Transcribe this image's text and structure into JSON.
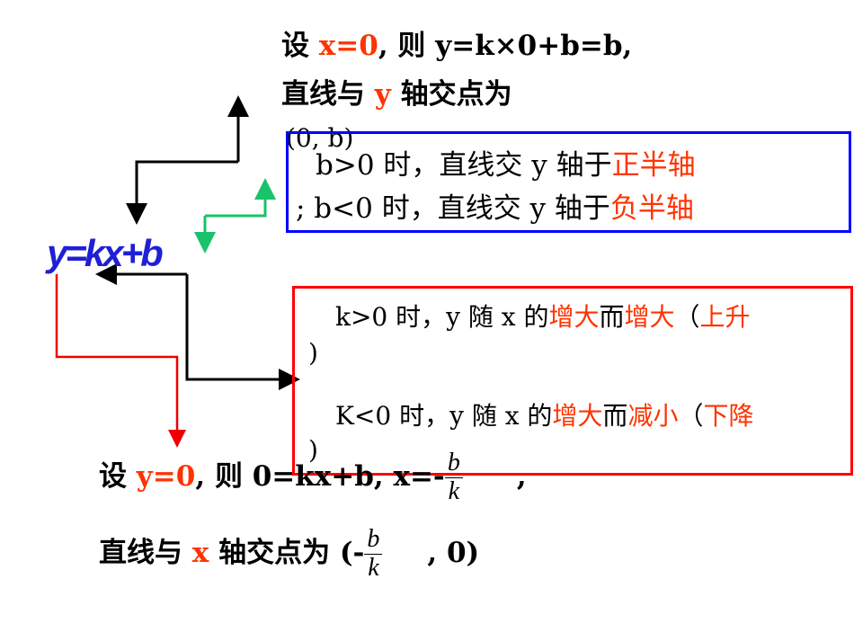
{
  "top_text": {
    "line1_prefix": "设 ",
    "line1_var": "x=0",
    "line1_rest": ", 则 y=k×0+b=b,",
    "line2_prefix": "直线与 ",
    "line2_var": "y",
    "line2_rest": " 轴交点为",
    "line3": "(0, b)"
  },
  "blue_box": {
    "line1_prefix": "b>0 时，直线交 y 轴于",
    "line1_highlight": "正半轴",
    "line2_prefix": "; b<0 时，直线交 y 轴于",
    "line2_highlight": "负半轴"
  },
  "equation": "y=kx+b",
  "red_box": {
    "line1_a": "k>0 时，y 随 x 的",
    "line1_b": "增大",
    "line1_c": "而",
    "line1_d": "增大",
    "line1_e": "（",
    "line1_f": "上升",
    "line1_close": ")",
    "line2_a": "K<0 时，y 随 x 的",
    "line2_b": "增大",
    "line2_c": "而",
    "line2_d": "减小",
    "line2_e": "（",
    "line2_f": "下降",
    "line2_close": ")"
  },
  "bottom_text": {
    "line1_prefix": "设 ",
    "line1_var": "y=0",
    "line1_rest": ", 则 0=kx+b, x=-",
    "frac_num": "b",
    "frac_den": "k",
    "line1_end": ",",
    "line2_prefix": "直线与 ",
    "line2_var": "x",
    "line2_rest": " 轴交点为 (-",
    "line2_end": ", 0)"
  },
  "colors": {
    "blue_box": "#0000ff",
    "red_box": "#ff0000",
    "equation": "#1f1fd6",
    "highlight": "#ff3300",
    "green_arrow": "#19c26b"
  }
}
